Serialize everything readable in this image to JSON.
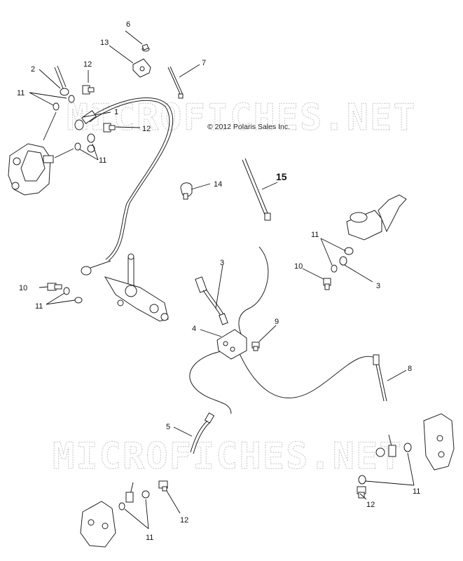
{
  "copyright": "© 2012 Polaris Sales Inc.",
  "watermark": "MICROFICHES.NET",
  "callouts": {
    "c1": "1",
    "c2": "2",
    "c3a": "3",
    "c3b": "3",
    "c4": "4",
    "c5": "5",
    "c6": "6",
    "c7": "7",
    "c8": "8",
    "c9": "9",
    "c10a": "10",
    "c10b": "10",
    "c11a": "11",
    "c11b": "11",
    "c11c": "11",
    "c11d": "11",
    "c11e": "11",
    "c11f": "11",
    "c12a": "12",
    "c12b": "12",
    "c12c": "12",
    "c12d": "12",
    "c13": "13",
    "c14": "14",
    "c15": "15"
  }
}
